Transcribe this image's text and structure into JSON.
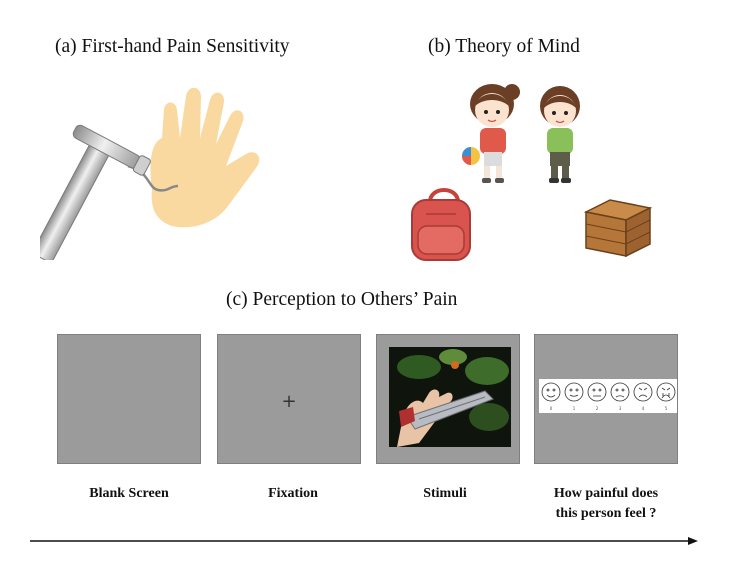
{
  "panels": {
    "a_title": "(a) First-hand Pain Sensitivity",
    "b_title": "(b) Theory of Mind",
    "c_title": "(c) Perception to Others’ Pain"
  },
  "trial_sequence": {
    "fixation_symbol": "+",
    "steps": [
      {
        "label": "Blank Screen"
      },
      {
        "label": "Fixation"
      },
      {
        "label": "Stimuli"
      },
      {
        "label_line1": "How painful does",
        "label_line2": "this person feel ?"
      }
    ],
    "scale_numbers": [
      "0",
      "1",
      "2",
      "3",
      "4",
      "5"
    ]
  },
  "colors": {
    "screen_gray": "#9b9b9b",
    "hand": "#f9d9a0",
    "backpack": "#d9534f",
    "box": "#b5763a"
  }
}
